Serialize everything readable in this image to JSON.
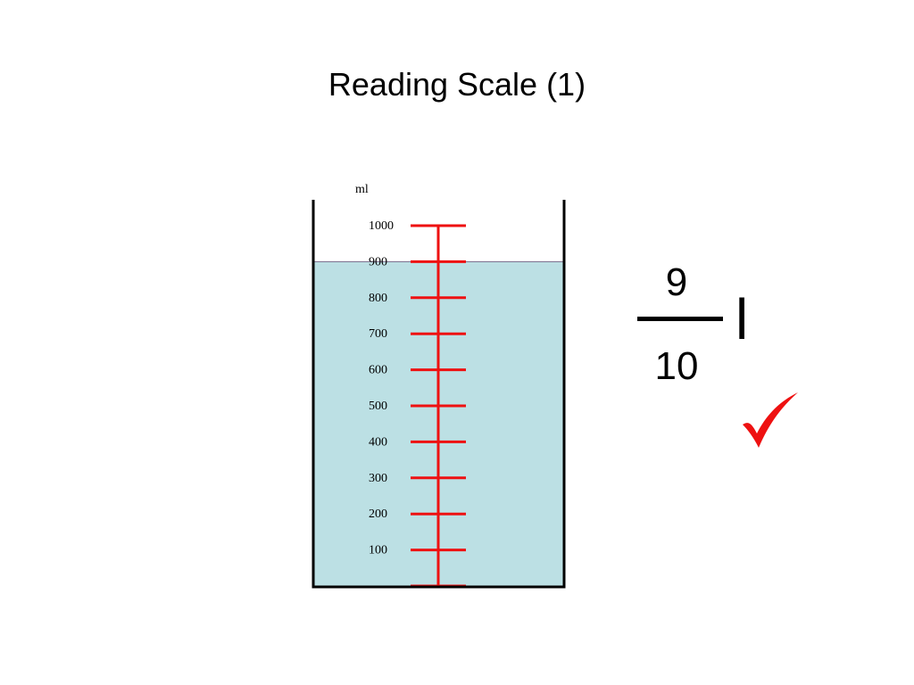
{
  "slide": {
    "title": "Reading Scale (1)"
  },
  "beaker": {
    "unit": "ml",
    "scale_labels": [
      "1000",
      "900",
      "800",
      "700",
      "600",
      "500",
      "400",
      "300",
      "200",
      "100"
    ],
    "scale_values": [
      1000,
      900,
      800,
      700,
      600,
      500,
      400,
      300,
      200,
      100
    ],
    "scale_max": 1000,
    "liquid_level_ml": 900,
    "liquid_color": "#bce0e4",
    "scale_color": "#ee1111"
  },
  "answer": {
    "numerator": "9",
    "denominator": "10",
    "unit": "l",
    "check_icon": "check-mark-icon",
    "check_color": "#ee1111"
  }
}
